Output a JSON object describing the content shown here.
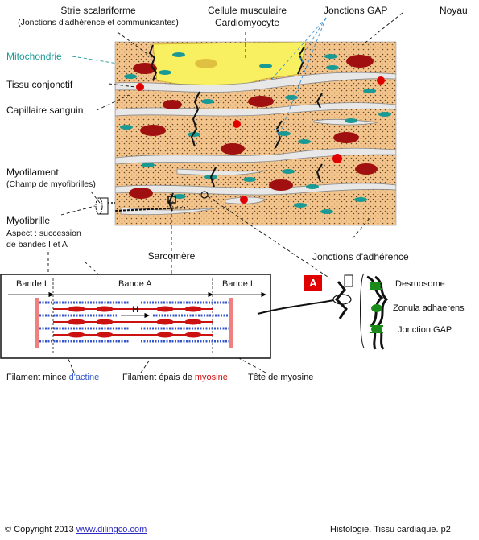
{
  "labels": {
    "strie_line1": "Strie scalariforme",
    "strie_line2": "(Jonctions d'adhérence et communicantes)",
    "cellule_line1": "Cellule musculaire",
    "cellule_line2": "Cardiomyocyte",
    "jonctions_gap_top": "Jonctions GAP",
    "noyau": "Noyau",
    "mitochondrie": "Mitochondrie",
    "tissu_conjonctif": "Tissu conjonctif",
    "capillaire": "Capillaire sanguin",
    "myofilament_line1": "Myofilament",
    "myofilament_line2": "(Champ de myofibrilles)",
    "myofibrille": "Myofibrille",
    "aspect_line1": "Aspect : succession",
    "aspect_line2": "de bandes I et A",
    "sarcomere": "Sarcomère",
    "jonctions_adherence": "Jonctions d'adhérence",
    "bande_i_left": "Bande I",
    "bande_a": "Bande A",
    "bande_i_right": "Bande I",
    "h_zone": "H",
    "desmosome": "Desmosome",
    "zonula": "Zonula adhaerens",
    "jonction_gap": "Jonction GAP",
    "filament_mince_prefix": "Filament mince ",
    "filament_mince_colored": "d'actine",
    "filament_epais_prefix": "Filament épais de ",
    "filament_epais_colored": "myosine",
    "tete_myosine": "Tête de myosine",
    "badge_a": "A"
  },
  "footer": {
    "copyright_prefix": "© Copyright 2013 ",
    "link": "www.dilingco.com",
    "right": "Histologie. Tissu cardiaque. p2"
  },
  "colors": {
    "tissue_bg": "#f3c58c",
    "connective": "#e8e8e8",
    "highlight_cell": "#f8f060",
    "nucleus": "#a01010",
    "capillary_red": "#e00000",
    "mitochondria": "#1a9a95",
    "actin_blue": "#3355cc",
    "myosin_red": "#cc1111",
    "z_line": "#f08080",
    "junction_green": "#1a8a1a"
  }
}
